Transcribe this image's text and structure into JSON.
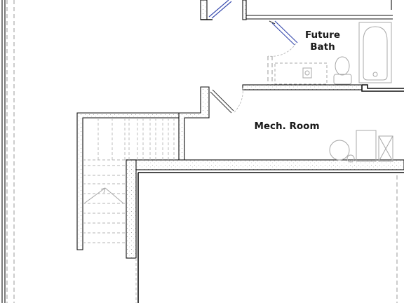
{
  "rooms": {
    "future_bath": {
      "line1": "Future",
      "line2": "Bath"
    },
    "mech_room": {
      "label": "Mech. Room"
    }
  }
}
